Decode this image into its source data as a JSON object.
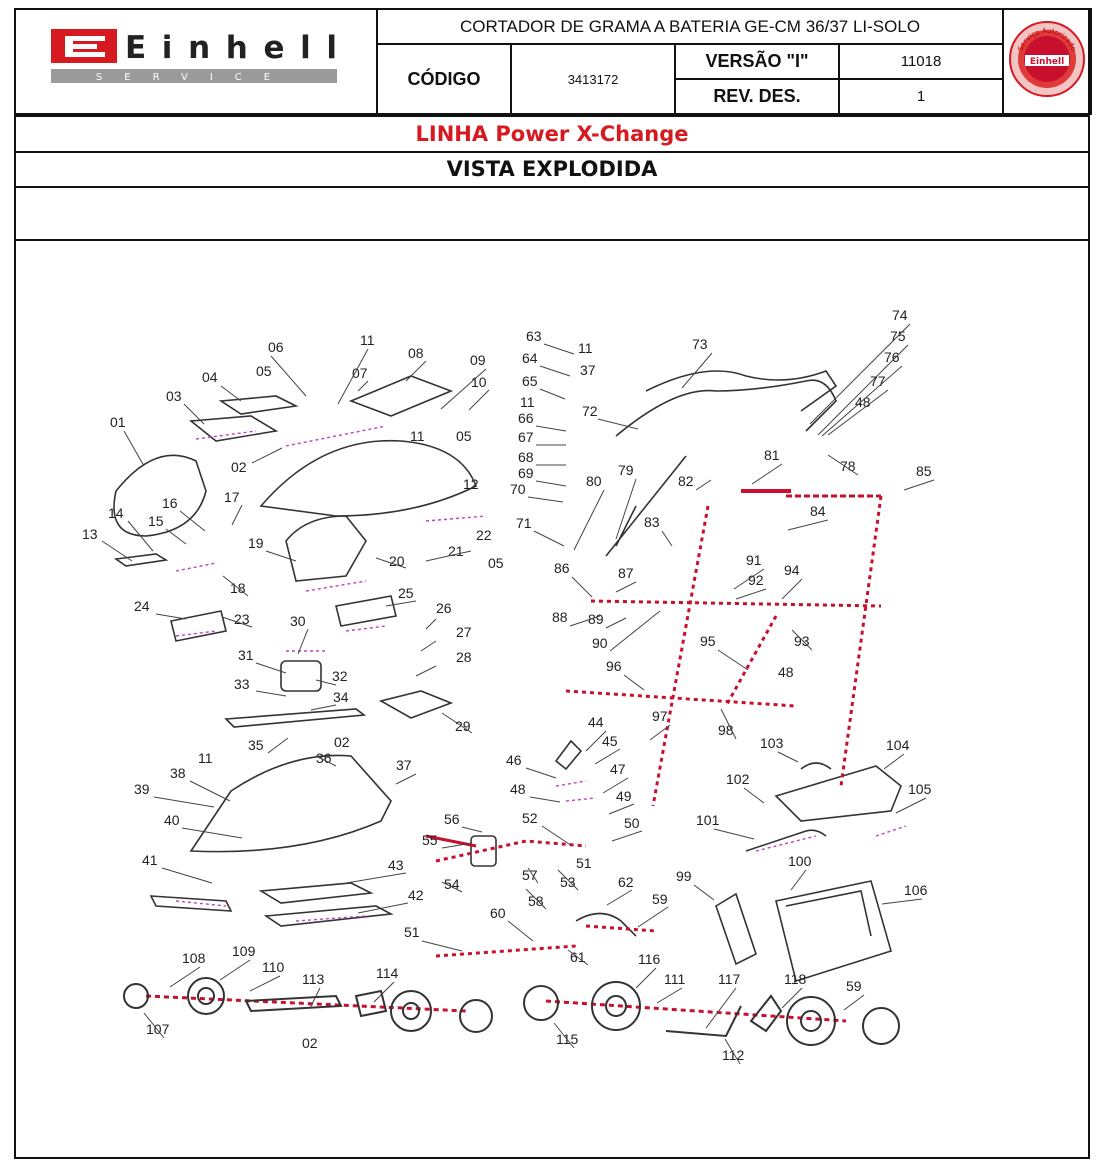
{
  "header": {
    "title": "CORTADOR DE GRAMA A BATERIA GE-CM 36/37 LI-SOLO",
    "codigo_label": "CÓDIGO",
    "codigo_value": "3413172",
    "versao_label": "VERSÃO \"I\"",
    "versao_value": "11018",
    "rev_label": "REV. DES.",
    "rev_value": "1",
    "logo_text": "Einhell",
    "logo_sub": "SERVICE",
    "seal_top": "Serviço Autorizado",
    "seal_brand": "Einhell"
  },
  "line_title": "LINHA Power X-Change",
  "view_title": "VISTA EXPLODIDA",
  "colors": {
    "accent_red": "#d71920",
    "line_red": "#c8102e",
    "ink": "#222222",
    "guide_magenta": "#c040c0"
  },
  "parts": [
    "01",
    "02",
    "03",
    "04",
    "05",
    "06",
    "07",
    "08",
    "09",
    "10",
    "11",
    "12",
    "13",
    "14",
    "15",
    "16",
    "17",
    "18",
    "19",
    "20",
    "21",
    "22",
    "23",
    "24",
    "25",
    "26",
    "27",
    "28",
    "29",
    "30",
    "31",
    "32",
    "33",
    "34",
    "35",
    "36",
    "37",
    "38",
    "39",
    "40",
    "41",
    "42",
    "43",
    "44",
    "45",
    "46",
    "47",
    "48",
    "49",
    "50",
    "51",
    "52",
    "53",
    "54",
    "55",
    "56",
    "57",
    "58",
    "59",
    "60",
    "61",
    "62",
    "63",
    "64",
    "65",
    "66",
    "67",
    "68",
    "69",
    "70",
    "71",
    "72",
    "73",
    "74",
    "75",
    "76",
    "77",
    "78",
    "79",
    "80",
    "81",
    "82",
    "83",
    "84",
    "85",
    "86",
    "87",
    "88",
    "89",
    "90",
    "91",
    "92",
    "93",
    "94",
    "95",
    "96",
    "97",
    "98",
    "99",
    "100",
    "101",
    "102",
    "103",
    "104",
    "105",
    "106",
    "107",
    "108",
    "109",
    "110",
    "111",
    "112",
    "113",
    "114",
    "115",
    "116",
    "117",
    "118"
  ]
}
